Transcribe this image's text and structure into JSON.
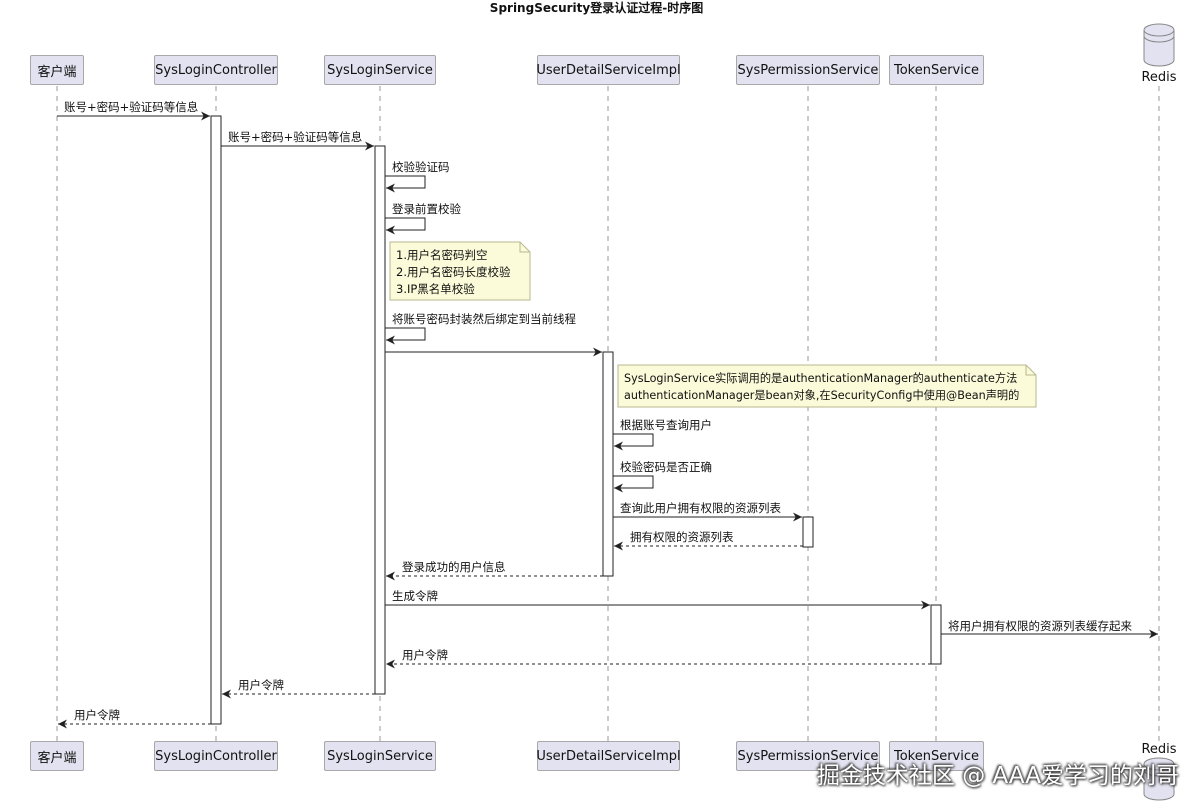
{
  "diagram": {
    "title": "SpringSecurity登录认证过程-时序图",
    "participants": {
      "client": "客户端",
      "controller": "SysLoginController",
      "service": "SysLoginService",
      "userDetail": "UserDetailServiceImpl",
      "permission": "SysPermissionService",
      "token": "TokenService",
      "redis": "Redis"
    },
    "messages": {
      "m1": "账号+密码+验证码等信息",
      "m2": "账号+密码+验证码等信息",
      "m3": "校验验证码",
      "m4": "登录前置校验",
      "m5": "将账号密码封装然后绑定到当前线程",
      "m6": "根据账号查询用户",
      "m7": "校验密码是否正确",
      "m8": "查询此用户拥有权限的资源列表",
      "m9": "拥有权限的资源列表",
      "m10": "登录成功的用户信息",
      "m11": "生成令牌",
      "m12": "将用户拥有权限的资源列表缓存起来",
      "m13": "用户令牌",
      "m14": "用户令牌",
      "m15": "用户令牌"
    },
    "notes": {
      "precheck": [
        "1.用户名密码判空",
        "2.用户名密码长度校验",
        "3.IP黑名单校验"
      ],
      "auth": [
        "SysLoginService实际调用的是authenticationManager的authenticate方法",
        "authenticationManager是bean对象,在SecurityConfig中使用@Bean声明的"
      ]
    },
    "watermark": "掘金技术社区 @ AAA爱学习的刘哥"
  }
}
